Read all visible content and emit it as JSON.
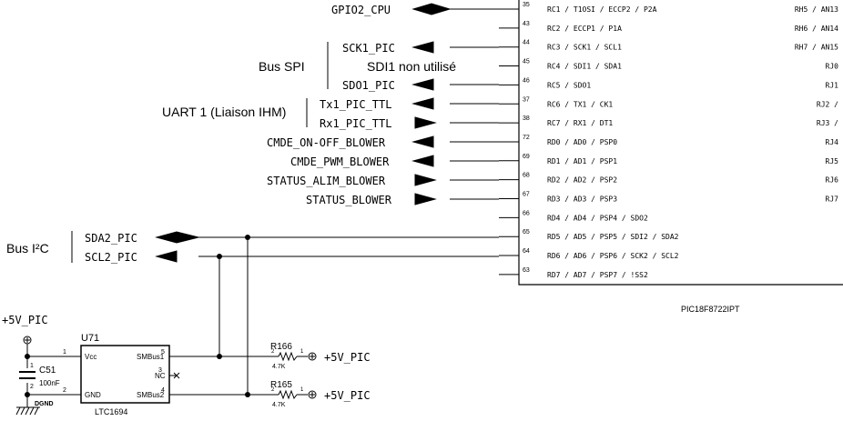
{
  "pic": {
    "part_name": "PIC18F8722IPT",
    "pins_left": [
      {
        "num": "35",
        "label": "RC1 / T1OSI / ECCP2 / P2A"
      },
      {
        "num": "43",
        "label": "RC2 / ECCP1 / P1A"
      },
      {
        "num": "44",
        "label": "RC3 / SCK1 / SCL1"
      },
      {
        "num": "45",
        "label": "RC4 / SDI1 / SDA1"
      },
      {
        "num": "46",
        "label": "RC5 / SDO1"
      },
      {
        "num": "37",
        "label": "RC6 / TX1 / CK1"
      },
      {
        "num": "38",
        "label": "RC7 / RX1 / DT1"
      },
      {
        "num": "72",
        "label": "RD0 / AD0 / PSP0"
      },
      {
        "num": "69",
        "label": "RD1 / AD1 / PSP1"
      },
      {
        "num": "68",
        "label": "RD2 / AD2 / PSP2"
      },
      {
        "num": "67",
        "label": "RD3 / AD3 / PSP3"
      },
      {
        "num": "66",
        "label": "RD4 / AD4 / PSP4 / SDO2"
      },
      {
        "num": "65",
        "label": "RD5 / AD5 / PSP5 / SDI2 / SDA2"
      },
      {
        "num": "64",
        "label": "RD6 / AD6 / PSP6 / SCK2 / SCL2"
      },
      {
        "num": "63",
        "label": "RD7 / AD7 / PSP7 / !SS2"
      }
    ],
    "pins_right": [
      "RH5 / AN13",
      "RH6 / AN14",
      "RH7 / AN15",
      "RJ0",
      "RJ1",
      "RJ2 /",
      "RJ3 /",
      "RJ4",
      "RJ5",
      "RJ6",
      "RJ7"
    ]
  },
  "nets": {
    "gpio2": "GPIO2_CPU",
    "sck1": "SCK1_PIC",
    "sdo1": "SDO1_PIC",
    "tx1": "Tx1_PIC_TTL",
    "rx1": "Rx1_PIC_TTL",
    "cmde_onoff": "CMDE_ON-OFF_BLOWER",
    "cmde_pwm": "CMDE_PWM_BLOWER",
    "status_alim": "STATUS_ALIM_BLOWER",
    "status": "STATUS_BLOWER",
    "sda2": "SDA2_PIC",
    "scl2": "SCL2_PIC"
  },
  "groups": {
    "bus_spi": "Bus SPI",
    "sdi1_note": "SDI1 non utilisé",
    "uart1": "UART 1 (Liaison IHM)",
    "bus_i2c": "Bus I²C"
  },
  "power": {
    "v5_left": "+5V_PIC",
    "v5_r166": "+5V_PIC",
    "v5_r165": "+5V_PIC",
    "ground": "DGND"
  },
  "c51": {
    "ref": "C51",
    "value": "100nF",
    "pin1": "1",
    "pin2": "2"
  },
  "u71": {
    "ref": "U71",
    "part": "LTC1694",
    "pins": {
      "vcc": "Vcc",
      "gnd": "GND",
      "smbus1": "SMBus1",
      "nc": "NC",
      "smbus2": "SMBus2"
    },
    "pin_nums": {
      "p1": "1",
      "p2": "2",
      "p5": "5",
      "p3": "3",
      "p4": "4"
    }
  },
  "r166": {
    "ref": "R166",
    "value": "4.7K",
    "pin2": "2",
    "pin1": "1"
  },
  "r165": {
    "ref": "R165",
    "value": "4.7K",
    "pin2": "2",
    "pin1": "1"
  }
}
